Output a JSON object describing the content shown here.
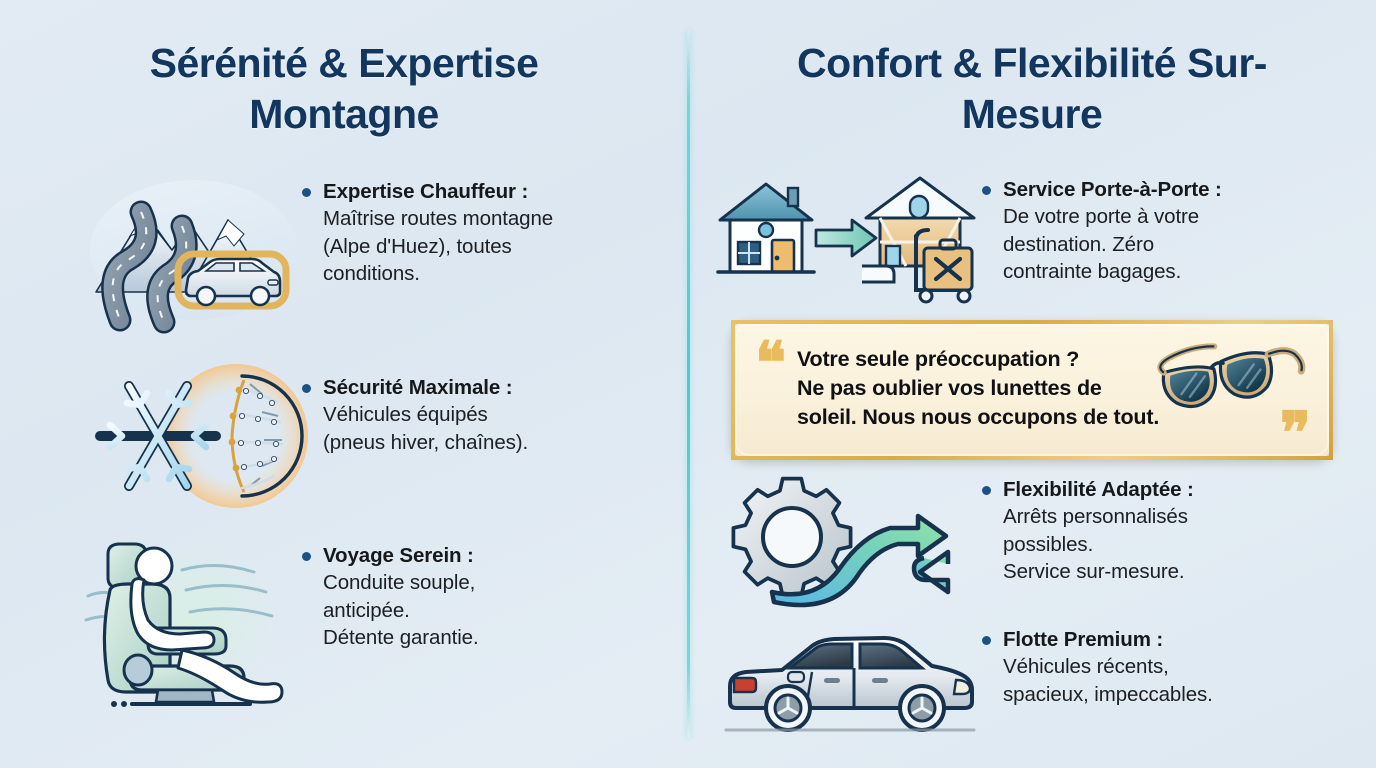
{
  "meta": {
    "background_color": "#dee9f2",
    "title_color": "#12365e",
    "bullet_dot_color": "#1c5186",
    "divider_color": "#46c8c8",
    "quote_border_color": "#d9ab44",
    "quote_bg_color": "#fdf6e2"
  },
  "left_panel": {
    "title": "Sérénité & Expertise Montagne",
    "items": [
      {
        "icon": "mountain-road-car-icon",
        "heading": "Expertise Chauffeur :",
        "body": "Maîtrise routes montagne\n(Alpe d'Huez), toutes\nconditions."
      },
      {
        "icon": "snowflake-snow-chain-tire-icon",
        "heading": "Sécurité Maximale :",
        "body": "Véhicules équipés\n(pneus hiver, chaînes)."
      },
      {
        "icon": "relaxed-passenger-seat-icon",
        "heading": "Voyage Serein :",
        "body": "Conduite souple,\nanticipée.\nDétente garantie."
      }
    ]
  },
  "right_panel": {
    "title": "Confort & Flexibilité Sur-Mesure",
    "items": [
      {
        "icon": "house-to-chalet-luggage-icon",
        "heading": "Service Porte-à-Porte :",
        "body": "De votre porte à votre\ndestination. Zéro\ncontrainte bagages."
      },
      {
        "icon": "gear-flexible-arrows-icon",
        "heading": "Flexibilité Adaptée :",
        "body": "Arrêts personnalisés\npossibles.\nService sur-mesure."
      },
      {
        "icon": "premium-sedan-car-icon",
        "heading": "Flotte Premium :",
        "body": "Véhicules récents,\nspacieux, impeccables."
      }
    ]
  },
  "quote": {
    "open_mark": "❝",
    "close_mark": "❞",
    "text": "Votre seule préoccupation ?\nNe pas oublier vos lunettes de\nsoleil. Nous nous occupons de tout.",
    "icon": "sunglasses-icon"
  }
}
